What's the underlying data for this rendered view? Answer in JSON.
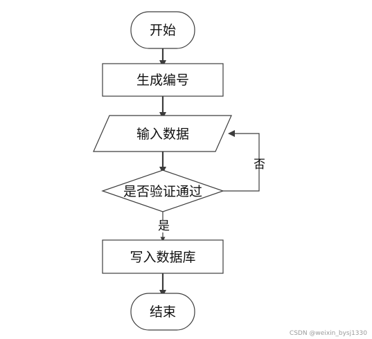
{
  "nodes": {
    "start": "开始",
    "generate_id": "生成编号",
    "input_data": "输入数据",
    "verify": "是否验证通过",
    "write_db": "写入数据库",
    "end": "结束"
  },
  "edges": {
    "yes_label": "是",
    "no_label": "否"
  },
  "watermark": "CSDN @weixin_bysj1330",
  "colors": {
    "stroke": "#3c3c3c",
    "fill": "#ffffff",
    "text": "#111111",
    "watermark": "#9a9a9a"
  }
}
